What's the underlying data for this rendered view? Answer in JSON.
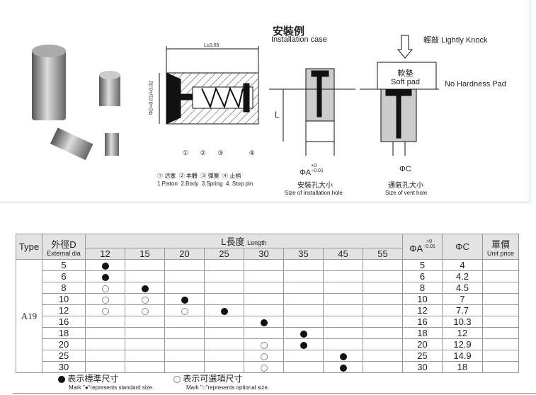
{
  "install": {
    "title_cn": "安裝例",
    "title_en": "Installation case",
    "dim_L": "L±0.05",
    "dim_D": "ΦD+0.01/+0.02",
    "L_label": "L",
    "knock_cn": "輕敲",
    "knock_en": "Lightly Knock",
    "pad_cn": "軟墊",
    "pad_en": "Soft pad",
    "no_hardness": "No Hardness Pad",
    "parts_cn": [
      "① 活塞",
      "② 本體",
      "③ 彈簧",
      "④ 止梢"
    ],
    "parts_en": [
      "1.Piston",
      "2.Body",
      "3.Spring",
      "4. Stop pin"
    ],
    "part_nums": [
      "①",
      "②",
      "③",
      "④"
    ],
    "hole_A": "ΦA",
    "hole_A_tol_up": "+0",
    "hole_A_tol_low": "−0.01",
    "hole_A_cn": "安裝孔大小",
    "hole_A_en": "Size of installation hole",
    "hole_C": "ΦC",
    "hole_C_cn": "通氣孔大小",
    "hole_C_en": "Size of vent hole"
  },
  "table": {
    "type_label": "Type",
    "d_label_cn": "外徑D",
    "d_label_en": "External dia",
    "l_label_cn": "L長度",
    "l_label_en": "Length",
    "lengths": [
      "12",
      "15",
      "20",
      "25",
      "30",
      "35",
      "45",
      "55"
    ],
    "a_label": "ΦA",
    "a_tol_up": "+0",
    "a_tol_low": "−0.01",
    "c_label": "ΦC",
    "price_cn": "單價",
    "price_en": "Unit price",
    "type": "A19",
    "rows": [
      {
        "d": "5",
        "marks": [
          "s",
          "",
          "",
          "",
          "",
          "",
          "",
          ""
        ],
        "a": "5",
        "c": "4"
      },
      {
        "d": "6",
        "marks": [
          "s",
          "",
          "",
          "",
          "",
          "",
          "",
          ""
        ],
        "a": "6",
        "c": "4.2"
      },
      {
        "d": "8",
        "marks": [
          "o",
          "s",
          "",
          "",
          "",
          "",
          "",
          ""
        ],
        "a": "8",
        "c": "4.5"
      },
      {
        "d": "10",
        "marks": [
          "o",
          "o",
          "s",
          "",
          "",
          "",
          "",
          ""
        ],
        "a": "10",
        "c": "7"
      },
      {
        "d": "12",
        "marks": [
          "o",
          "o",
          "o",
          "s",
          "",
          "",
          "",
          ""
        ],
        "a": "12",
        "c": "7.7"
      },
      {
        "d": "16",
        "marks": [
          "",
          "",
          "",
          "",
          "s",
          "",
          "",
          ""
        ],
        "a": "16",
        "c": "10.3"
      },
      {
        "d": "18",
        "marks": [
          "",
          "",
          "",
          "",
          "",
          "s",
          "",
          ""
        ],
        "a": "18",
        "c": "12"
      },
      {
        "d": "20",
        "marks": [
          "",
          "",
          "",
          "",
          "o",
          "s",
          "",
          ""
        ],
        "a": "20",
        "c": "12.9"
      },
      {
        "d": "25",
        "marks": [
          "",
          "",
          "",
          "",
          "o",
          "",
          "s",
          ""
        ],
        "a": "25",
        "c": "14.9"
      },
      {
        "d": "30",
        "marks": [
          "",
          "",
          "",
          "",
          "o",
          "",
          "s",
          ""
        ],
        "a": "30",
        "c": "18"
      }
    ]
  },
  "legend": {
    "std_cn": "表示標準尺寸",
    "std_en": "Mark \"●\"represents standard size.",
    "opt_cn": "表示可選項尺寸",
    "opt_en": "Mark \"○\"represents optional size."
  }
}
